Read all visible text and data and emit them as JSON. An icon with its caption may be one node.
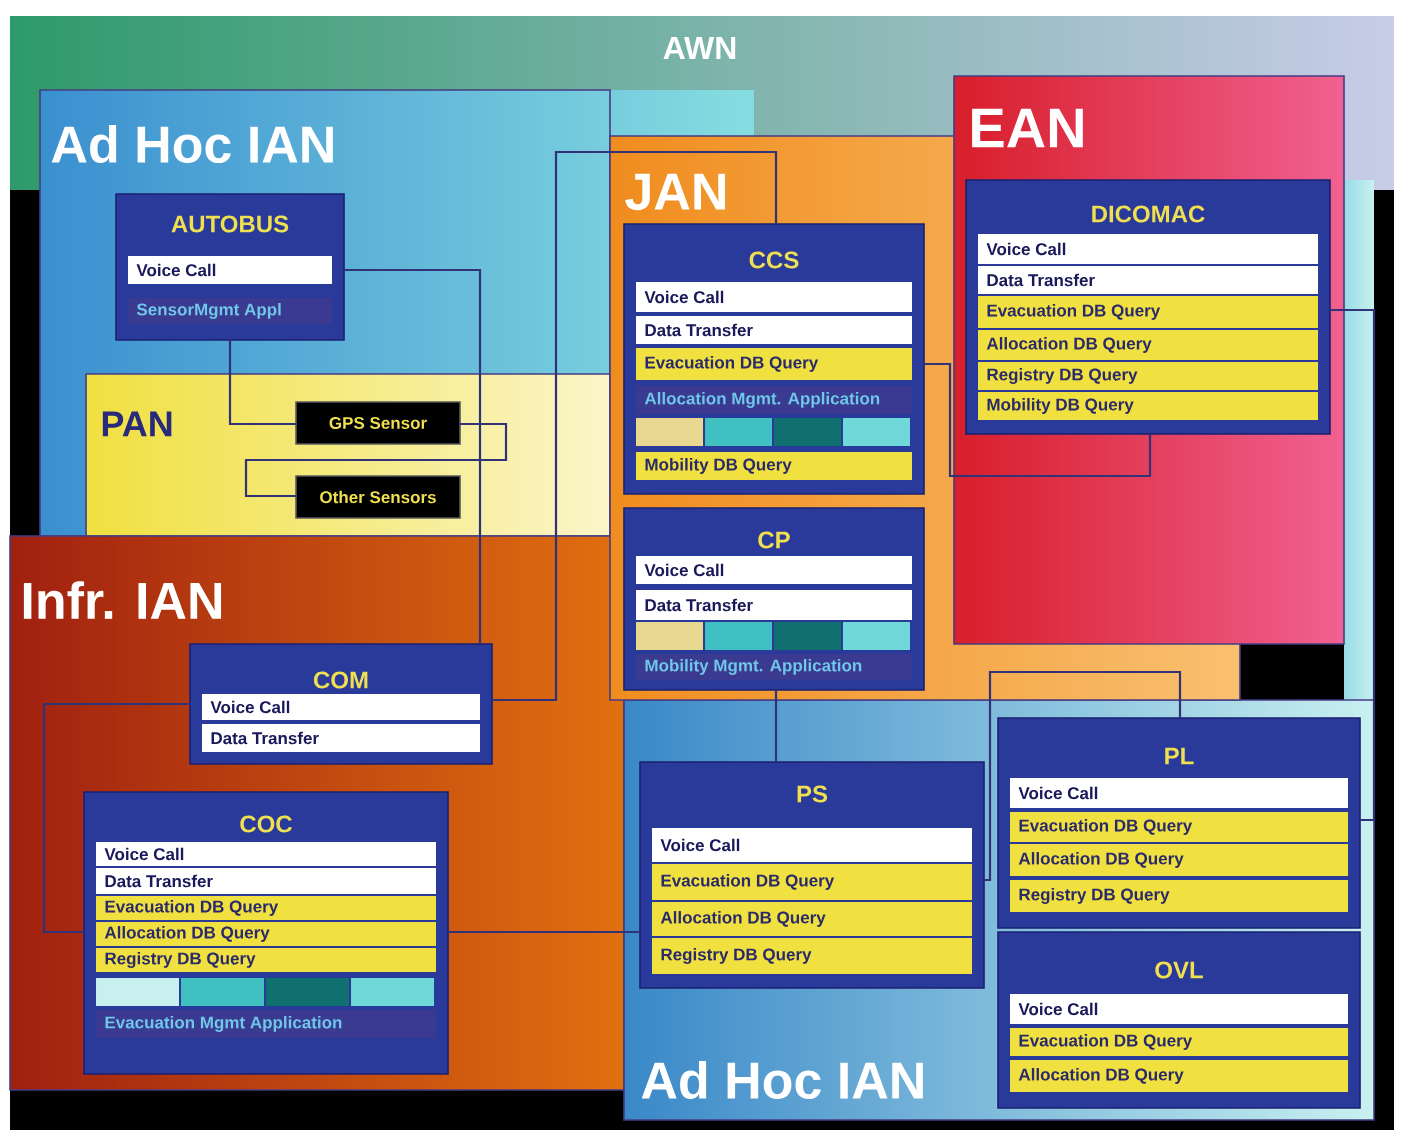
{
  "diagram": {
    "nodes": [
      {
        "text": [
          "AWN"
        ]
      },
      {
        "text": [
          "Ad Hoc IAN"
        ]
      },
      {
        "text": [
          "JAN"
        ]
      },
      {
        "text": [
          "EAN"
        ]
      },
      {
        "text": [
          "PAN"
        ],
        "in": 1
      },
      {
        "text": [
          "Infr. IAN"
        ]
      },
      {
        "text": [
          "Ad Hoc IAN"
        ]
      },
      {
        "text": [
          "AUTOBUS",
          "Voice Call",
          "SensorMgmt Appl"
        ],
        "in": 1
      },
      {
        "text": [
          "GPS Sensor"
        ],
        "in": 4
      },
      {
        "text": [
          "Other Sensors"
        ],
        "in": 4
      },
      {
        "text": [
          "CCS",
          "Voice Call",
          "Data Transfer",
          "Evacuation DB Query",
          "Allocation Mgmt. Application",
          "Mobility DB Query"
        ],
        "in": 2
      },
      {
        "text": [
          "DICOMAC",
          "Voice Call",
          "Data Transfer",
          "Evacuation DB Query",
          "Allocation DB Query",
          "Registry DB Query",
          "Mobility DB Query"
        ],
        "in": 3
      },
      {
        "text": [
          "CP",
          "Voice Call",
          "Data Transfer",
          "Mobility Mgmt. Application"
        ],
        "in": 2
      },
      {
        "text": [
          "COM",
          "Voice Call",
          "Data Transfer"
        ],
        "in": 5
      },
      {
        "text": [
          "COC",
          "Voice Call",
          "Data Transfer",
          "Evacuation DB Query",
          "Allocation DB Query",
          "Registry DB Query",
          "Evacuation Mgmt Application"
        ],
        "in": 5
      },
      {
        "text": [
          "PS",
          "Voice Call",
          "Evacuation DB Query",
          "Allocation DB Query",
          "Registry DB Query"
        ],
        "in": 6
      },
      {
        "text": [
          "PL",
          "Voice Call",
          "Evacuation DB Query",
          "Allocation DB Query",
          "Registry DB Query"
        ],
        "in": 6
      },
      {
        "text": [
          "OVL",
          "Voice Call",
          "Evacuation DB Query",
          "Allocation DB Query"
        ],
        "in": 6
      }
    ],
    "edges": [
      {
        "from": 7,
        "to": 8,
        "arrow": "none"
      },
      {
        "from": 8,
        "to": 9,
        "arrow": "none"
      },
      {
        "from": 7,
        "to": 13,
        "arrow": "none"
      },
      {
        "from": 13,
        "to": 10,
        "arrow": "none"
      },
      {
        "from": 13,
        "to": 14,
        "arrow": "none"
      },
      {
        "from": 14,
        "to": 15,
        "arrow": "none"
      },
      {
        "from": 10,
        "to": 11,
        "arrow": "none"
      },
      {
        "from": 12,
        "to": 15,
        "arrow": "none"
      },
      {
        "from": 15,
        "to": 16,
        "arrow": "none"
      },
      {
        "from": 11,
        "to": 16,
        "arrow": "none"
      }
    ]
  }
}
